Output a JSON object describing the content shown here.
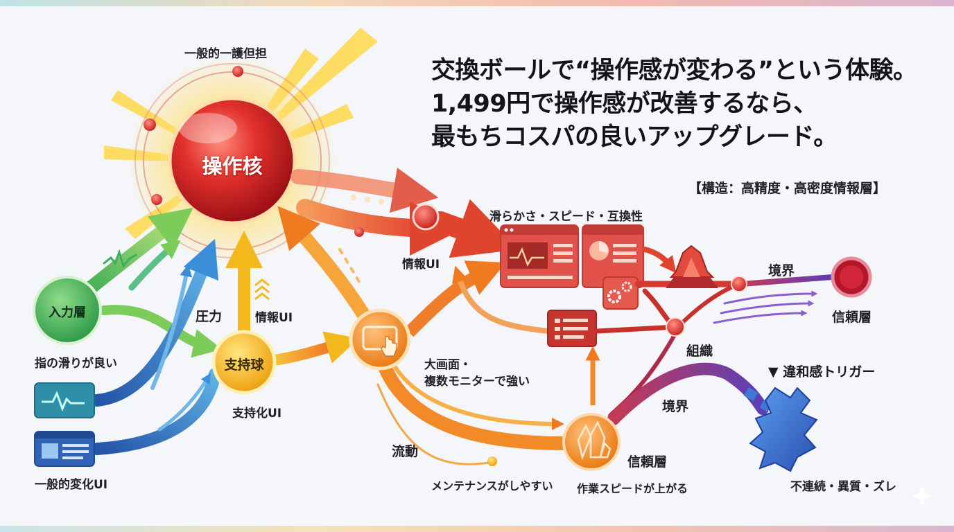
{
  "headline": {
    "line1": "交換ボールで“操作感が変わる”という体験。",
    "line2": "1,499円で操作感が改善するなら、",
    "line3": "最もちコスパの良いアップグレード。"
  },
  "structure_note": "【構造：高精度・高密度情報層】",
  "nodes": {
    "core": "操作核",
    "input_layer": "入力層",
    "support_ball": "支持球",
    "trust_layer_right": "信頼層",
    "trust_layer_center": "信頼層"
  },
  "labels": {
    "top_burden": "一般的一護但担",
    "finger_smooth": "指の滑りが良い",
    "general_change_ui": "一般的変化UI",
    "pressure": "圧力",
    "info_ui_left": "情報UI",
    "support_ui": "支持化UI",
    "info_ui_center": "情報UI",
    "smooth_speed": "滑らかさ・スピード・互換性",
    "large_screen_1": "大画面・",
    "large_screen_2": "複数モニターで強い",
    "boundary_top": "境界",
    "organization": "組織",
    "boundary_mid": "境界",
    "flow": "流動",
    "maintenance": "メンテナンスがしやすい",
    "speed_up": "作業スピードが上がる",
    "discomfort_trigger": "▼ 違和感トリガー",
    "discontinuity": "不連続・異質・ズレ"
  },
  "colors": {
    "core_red": "#d8262a",
    "ball_yellow": "#f2b616",
    "accent_orange": "#f08a1c",
    "green": "#3fae56",
    "blue": "#2f74c4",
    "purple": "#7c45b0",
    "dark_red": "#b3182a"
  }
}
